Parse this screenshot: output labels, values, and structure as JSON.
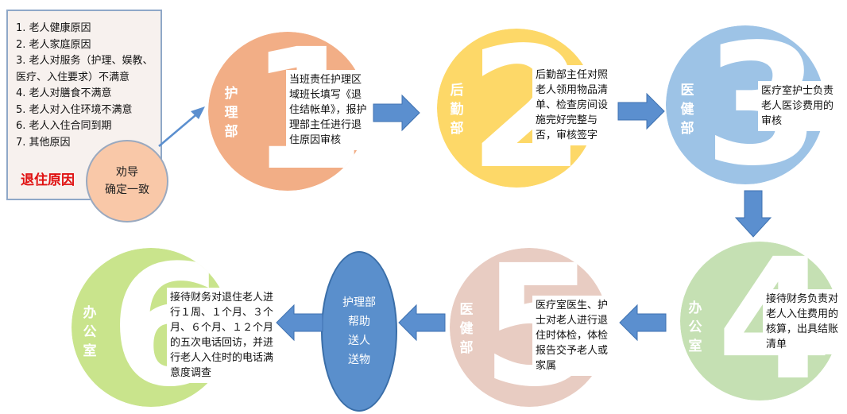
{
  "reasons": {
    "items": [
      "1.  老人健康原因",
      "2.  老人家庭原因",
      "3.  老人对服务（护理、娱教、",
      "医疗、入住要求）不满意",
      "4.  老人对膳食不满意",
      "5.  老人对入住环境不满意",
      "6.  老人入住合同到期",
      "7.  其他原因"
    ],
    "title": "退住原因"
  },
  "persuade": {
    "line1": "劝导",
    "line2": "确定一致"
  },
  "steps": [
    {
      "num": "1",
      "dept": "护理部",
      "desc": "当班责任护理区域班长填写《退住结帐单》，报护理部主任进行退住原因审核",
      "color": "#f2ae86"
    },
    {
      "num": "2",
      "dept": "后勤部",
      "desc": "后勤部主任对照老人领用物品清单、检查房间设施完好完整与否，审核签字",
      "color": "#fdd868"
    },
    {
      "num": "3",
      "dept": "医健部",
      "desc": "医疗室护士负责老人医诊费用的审核",
      "color": "#9dc3e6"
    },
    {
      "num": "4",
      "dept": "办公室",
      "desc": "接待财务负责对老人入住费用的核算，出具结账清单",
      "color": "#c5e0b3"
    },
    {
      "num": "5",
      "dept": "医健部",
      "desc": "医疗室医生、护士对老人进行退住时体检，体检报告交予老人或家属",
      "color": "#e8ccc2"
    },
    {
      "num": "6",
      "dept": "办公室",
      "desc": "接待财务对退住老人进行１周、１个月、３个月、６个月、１２个月的五次电话回访，并进行老人入住时的电话满意度调查",
      "color": "#c9e48c"
    }
  ],
  "helper": {
    "lines": [
      "护理部",
      "帮助",
      "送人",
      "送物"
    ]
  },
  "colors": {
    "arrow": "#5b8fcf",
    "arrow_border": "#3f72b0"
  }
}
